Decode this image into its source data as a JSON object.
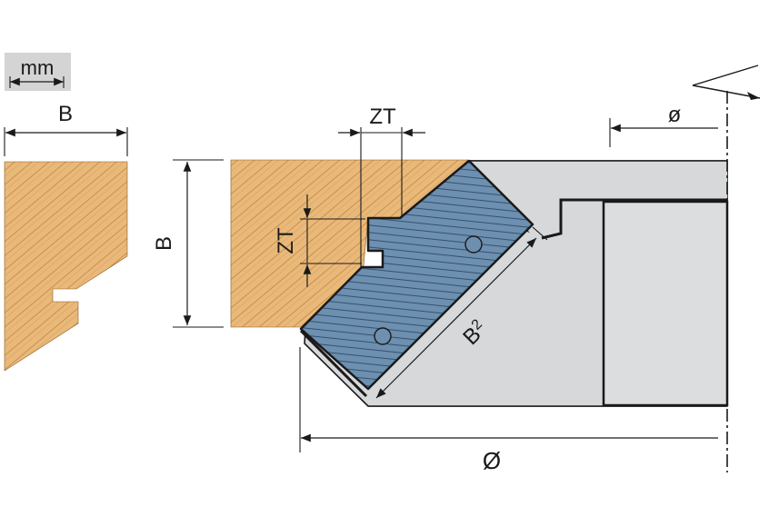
{
  "unit_badge": {
    "text": "mm"
  },
  "labels": {
    "profile_width": "B",
    "workpiece_height": "B",
    "tongue_width_top": "ZT",
    "tongue_width_side": "ZT",
    "knife_width": "B",
    "knife_width_sub": "2",
    "diameter_top": "ø",
    "diameter_bottom": "Ø"
  },
  "colors": {
    "wood": "#e9b97a",
    "wood_grain": "#c98a45",
    "knife": "#6d8fb0",
    "knife_lines": "#2e4a66",
    "body": "#d7d8da",
    "badge": "#d4d4d4"
  }
}
